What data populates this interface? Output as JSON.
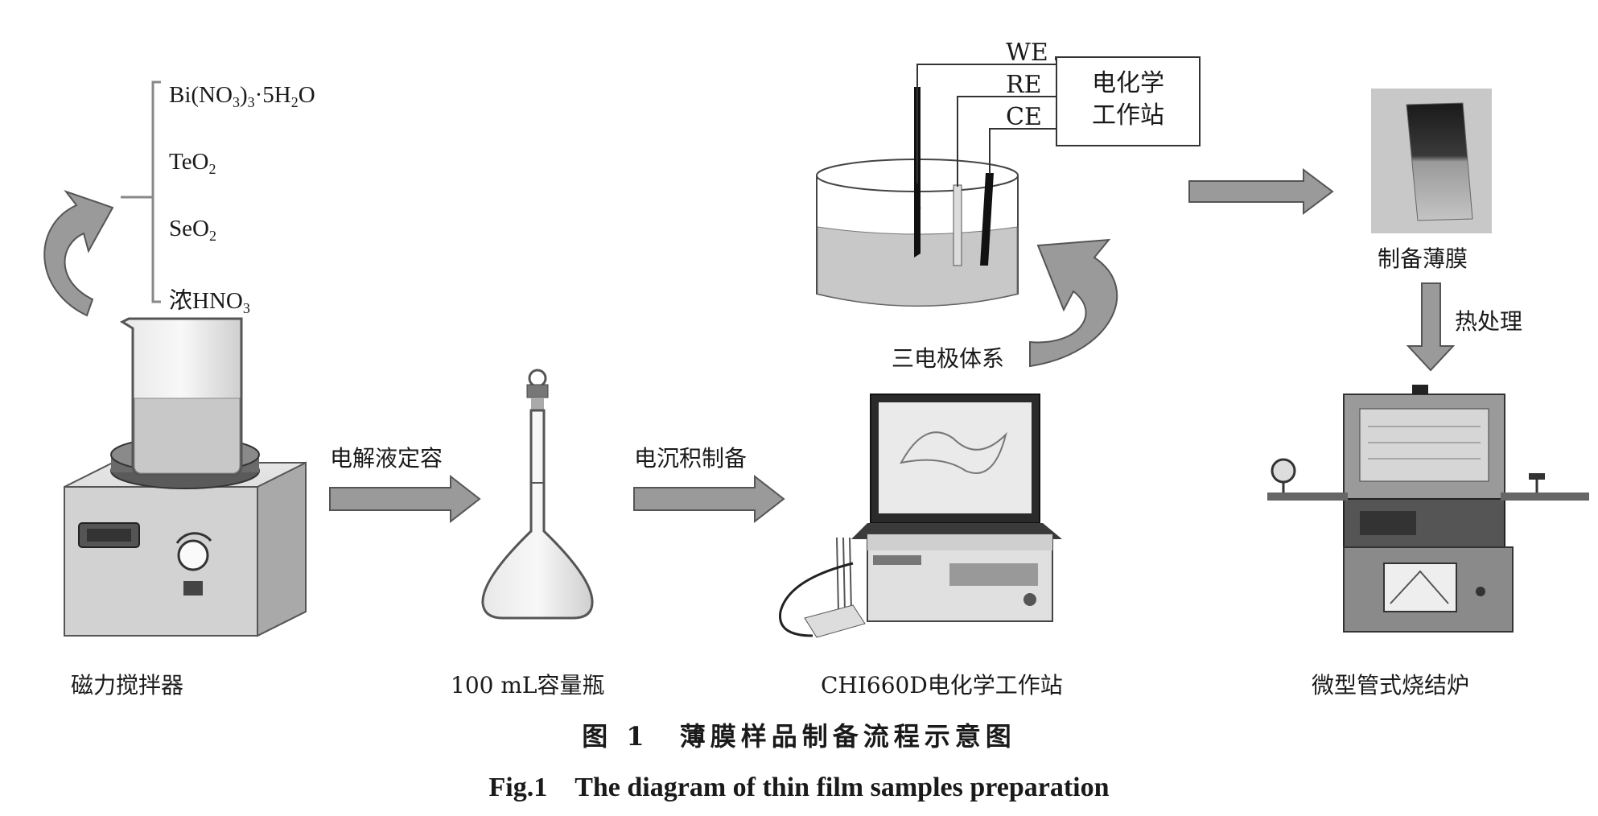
{
  "reagents": {
    "r1": {
      "pre": "Bi(NO",
      "s1": "3",
      "mid": ")",
      "s2": "3",
      "post": "·5H",
      "s3": "2",
      "end": "O"
    },
    "r2": {
      "pre": "TeO",
      "s1": "2"
    },
    "r3": {
      "pre": "SeO",
      "s1": "2"
    },
    "r4": {
      "pre": "浓HNO",
      "s1": "3"
    }
  },
  "electrodes": {
    "we": "WE",
    "re": "RE",
    "ce": "CE"
  },
  "workstation_box": {
    "line1": "电化学",
    "line2": "工作站"
  },
  "labels": {
    "three_electrode": "三电极体系",
    "prepare_film": "制备薄膜",
    "heat_treatment": "热处理",
    "electrolyte_volume": "电解液定容",
    "electrodeposition": "电沉积制备"
  },
  "equipment": {
    "stirrer": "磁力搅拌器",
    "flask": "100 mL容量瓶",
    "workstation": "CHI660D电化学工作站",
    "furnace": "微型管式烧结炉"
  },
  "caption": {
    "cn": "图 1　薄膜样品制备流程示意图",
    "en": "Fig.1　The diagram of thin film samples preparation"
  },
  "colors": {
    "arrow_fill": "#9a9a9a",
    "arrow_stroke": "#555555",
    "line": "#333333",
    "liquid": "#c8c8c8"
  }
}
